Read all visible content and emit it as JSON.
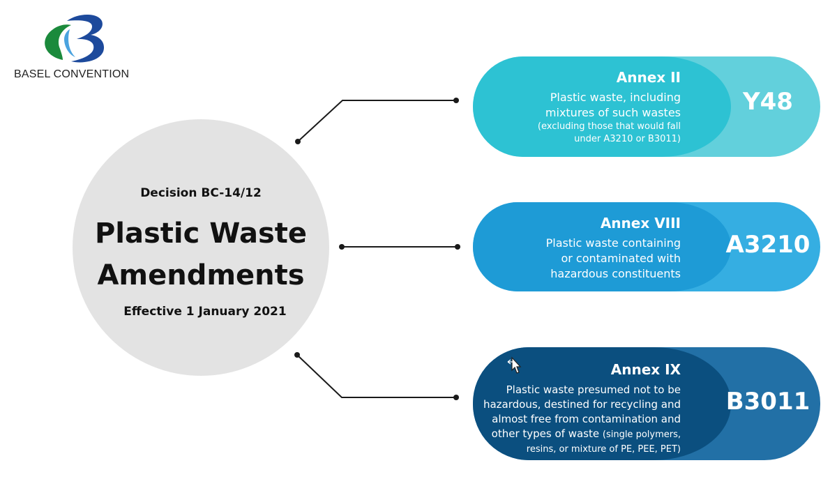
{
  "logo": {
    "text": "BASEL CONVENTION",
    "icon": "basel-b-logo-icon"
  },
  "center": {
    "decision": "Decision BC-14/12",
    "title_line1": "Plastic Waste",
    "title_line2": "Amendments",
    "effective": "Effective 1 January 2021"
  },
  "annexes": [
    {
      "annex": "Annex II",
      "code": "Y48",
      "desc_lines": [
        "Plastic waste, including",
        "mixtures of such wastes"
      ],
      "note_lines": [
        "(excluding those that would fall",
        "under A3210 or B3011)"
      ]
    },
    {
      "annex": "Annex VIII",
      "code": "A3210",
      "desc_lines": [
        "Plastic waste containing",
        "or contaminated with",
        "hazardous constituents"
      ]
    },
    {
      "annex": "Annex IX",
      "code": "B3011",
      "desc_lines": [
        "Plastic waste presumed not to be",
        "hazardous, destined for recycling and",
        "almost free from contamination and",
        "other types of waste",
        "resins, or mixture of PE, PEE, PET)"
      ],
      "inline_note": "(single polymers,"
    }
  ],
  "colors": {
    "annex2_text_zone": "#2dc2d3",
    "annex2_code_zone": "#62d0dc",
    "annex8_text_zone": "#1e9bd6",
    "annex8_code_zone": "#35aee2",
    "annex9_text_zone": "#0b4f7f",
    "annex9_code_zone": "#2270a6",
    "circle": "#e3e3e3"
  }
}
